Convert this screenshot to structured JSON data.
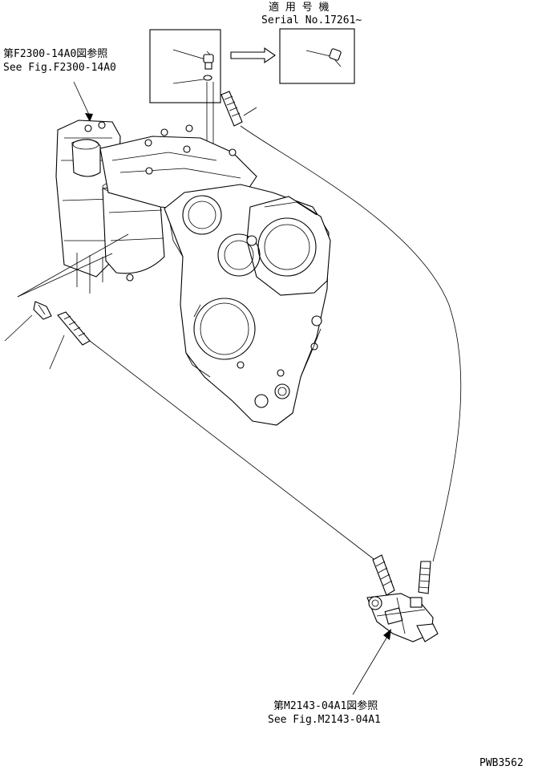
{
  "serial_header": {
    "applicable_label": "適 用 号 機",
    "serial_text": "Serial No.17261~"
  },
  "callouts": {
    "f2300_jp": "第F2300-14A0図参照",
    "f2300_en": "See Fig.F2300-14A0",
    "m2143_jp": "第M2143-04A1図参照",
    "m2143_en": "See Fig.M2143-04A1"
  },
  "drawing_code": "PWB3562"
}
